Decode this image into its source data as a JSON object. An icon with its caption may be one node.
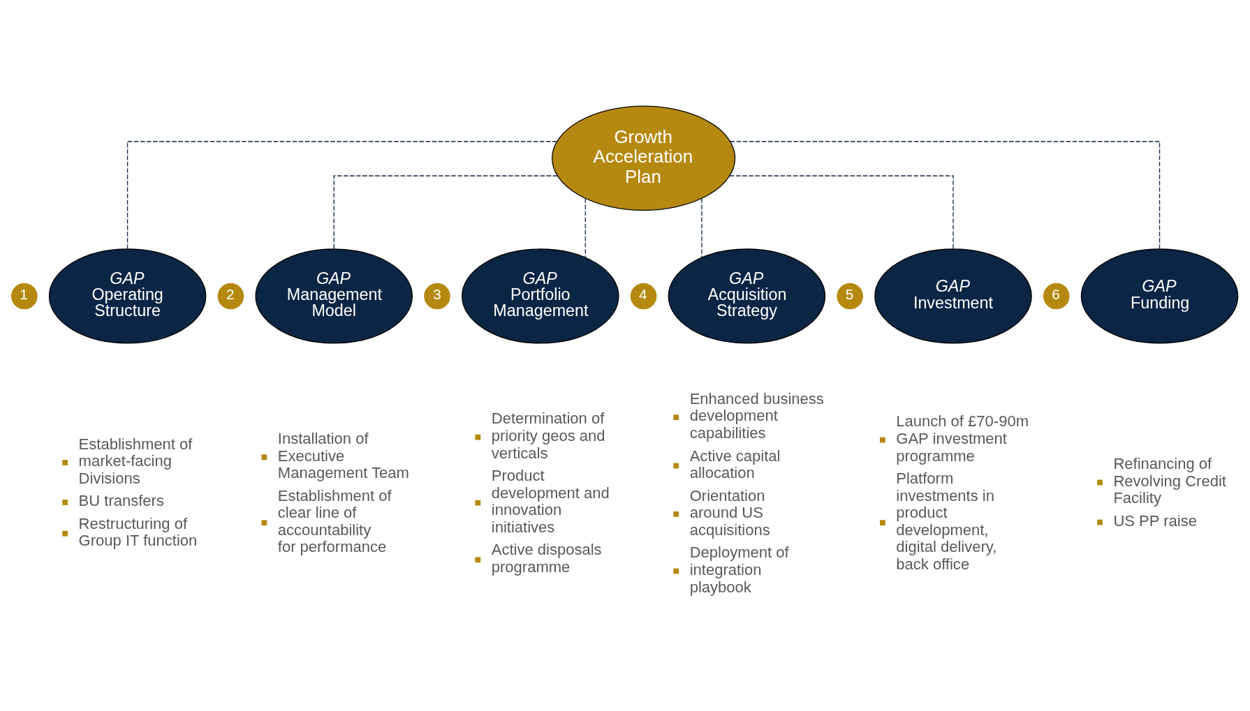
{
  "diagram": {
    "nodes": [
      {
        "text": [
          "Growth Acceleration Plan"
        ]
      },
      {
        "text": [
          "1"
        ]
      },
      {
        "text": [
          "GAP",
          "Operating Structure"
        ],
        "beside": [
          "Establishment of market-facing Divisions",
          "BU transfers",
          "Restructuring of Group IT function"
        ]
      },
      {
        "text": [
          "2"
        ]
      },
      {
        "text": [
          "GAP",
          "Management Model"
        ],
        "beside": [
          "Installation of Executive Management Team",
          "Establishment of clear line of accountability for performance"
        ]
      },
      {
        "text": [
          "3"
        ]
      },
      {
        "text": [
          "GAP",
          "Portfolio Management"
        ],
        "beside": [
          "Determination of priority geos and verticals",
          "Product development and innovation initiatives",
          "Active disposals programme"
        ]
      },
      {
        "text": [
          "4"
        ]
      },
      {
        "text": [
          "GAP",
          "Acquisition Strategy"
        ],
        "beside": [
          "Enhanced business development capabilities",
          "Active capital allocation",
          "Orientation around US acquisitions",
          "Deployment of integration playbook"
        ]
      },
      {
        "text": [
          "5"
        ]
      },
      {
        "text": [
          "GAP",
          "Investment"
        ],
        "beside": [
          "Launch of £70-90m GAP investment programme",
          "Platform investments in product development, digital delivery, back office"
        ]
      },
      {
        "text": [
          "6"
        ]
      },
      {
        "text": [
          "GAP",
          "Funding"
        ],
        "beside": [
          "Refinancing of Revolving Credit Facility",
          "US PP raise"
        ]
      }
    ],
    "edges": [
      {
        "from": 0,
        "to": 2,
        "arrow": "none",
        "style": "dashed"
      },
      {
        "from": 0,
        "to": 4,
        "arrow": "none",
        "style": "dashed"
      },
      {
        "from": 0,
        "to": 6,
        "arrow": "none",
        "style": "dashed"
      },
      {
        "from": 0,
        "to": 8,
        "arrow": "none",
        "style": "dashed"
      },
      {
        "from": 0,
        "to": 10,
        "arrow": "none",
        "style": "dashed"
      },
      {
        "from": 0,
        "to": 12,
        "arrow": "none",
        "style": "dashed"
      }
    ]
  }
}
